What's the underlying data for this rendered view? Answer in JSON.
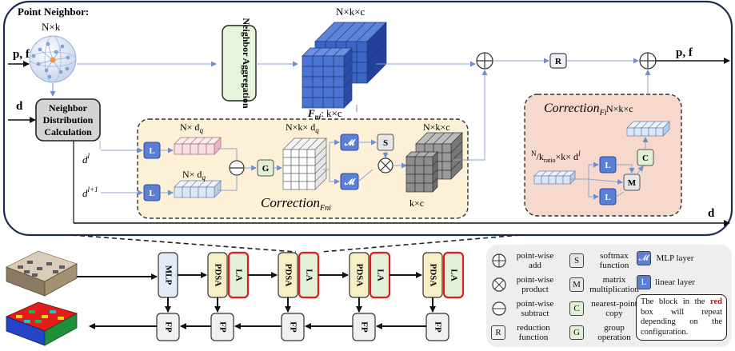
{
  "colors": {
    "top_frame": "#1d2b4f",
    "cube_blue": "#3a66c4",
    "cube_blue_dark": "#23409a",
    "linear_box": "#5b7ed6",
    "correction_yellow": "#fcf1d6",
    "correction_pink": "#f7d8cc",
    "aggregation_green": "#e7f4dc",
    "distribution_gray": "#d4d4d4",
    "pdsa_yellow": "#f9efc7",
    "la_green": "#e4f1d9",
    "red_box": "#e01b1b",
    "legend_bg": "#eeeeee"
  },
  "top": {
    "point_neighbor_title": "Point Neighbor:",
    "nk_label": "N×k",
    "input_pf": "p, f",
    "input_d": "d",
    "neighbor_aggregation": "Neighbor Aggregation",
    "neighbor_distribution": [
      "Neighbor",
      "Distribution",
      "Calculation"
    ],
    "cube_top_label": "N×k×c",
    "fni_symbol": "F",
    "fni_sub": "ni",
    "fni_tail": ": k×c",
    "r_label": "R",
    "output_pf": "p, f",
    "output_d": "d"
  },
  "correction_fni": {
    "title": "Correction",
    "title_sub": "Fni",
    "dl": "d",
    "dl_sup": "l",
    "dl1": "d",
    "dl1_sup": "l+1",
    "n_dq_top": "N× d",
    "n_dq_top_sub": "q",
    "n_dq_bottom": "N× d",
    "n_dq_bottom_sub": "q",
    "nk_dq": "N×k× d",
    "nk_dq_sub": "q",
    "nkc": "N×k×c",
    "kc": "k×c",
    "l_label": "L",
    "g_label": "G",
    "m_label": "𝓜",
    "s_label": "S"
  },
  "correction_fi": {
    "title": "Correction",
    "title_sub": "Fi",
    "nkc": "N×k×c",
    "formula_N": "N",
    "formula_kratio": "/k",
    "formula_ratio_sub": "ratio",
    "formula_rest": "×k× d",
    "formula_sup": "l",
    "l_label": "L",
    "m_label": "M",
    "c_label": "C"
  },
  "bottom": {
    "mlp_label": "MLP",
    "pdsa_label": "PDSA",
    "la_label": "LA",
    "fp_label": "FP"
  },
  "legend": {
    "items": [
      {
        "symbol": "circle-plus-icon",
        "text": "point-wise add"
      },
      {
        "symbol": "circle-times-icon",
        "text": "point-wise product"
      },
      {
        "symbol": "circle-minus-icon",
        "text": "point-wise subtract"
      },
      {
        "symbol": "R",
        "text": "reduction function"
      },
      {
        "symbol": "S",
        "text": "softmax function"
      },
      {
        "symbol": "M",
        "text": "matrix multiplication"
      },
      {
        "symbol": "C",
        "text": "nearest-point copy"
      },
      {
        "symbol": "G",
        "text": "group operation"
      },
      {
        "symbol": "𝓜",
        "text": "MLP layer"
      },
      {
        "symbol": "L",
        "text": "linear layer"
      }
    ],
    "note_pre": "The block in the ",
    "note_red": "red",
    "note_post": " box will repeat depending on the configuration."
  }
}
